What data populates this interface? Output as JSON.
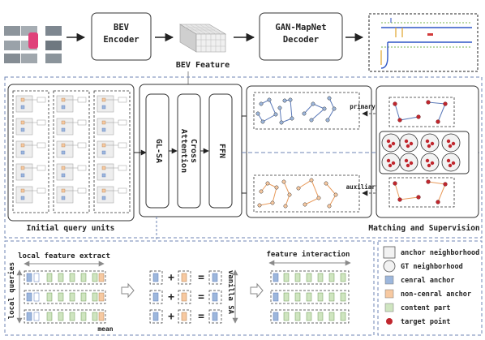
{
  "top_row": {
    "bev_encoder": "BEV\nEncoder",
    "bev_feature": "BEV Feature",
    "decoder": "GAN-MapNet\nDecoder"
  },
  "middle": {
    "initial_query_units": "Initial query units",
    "gl_sa": "GL-SA",
    "cross_attention": "Cross\nAttention",
    "ffn": "FFN",
    "primary": "primary",
    "auxiliary": "auxiliary",
    "matching": "Matching and Supervision"
  },
  "bottom": {
    "local_feature_extract": "local feature extract",
    "local_queries": "local queries",
    "mean": "mean",
    "vanilla_sa": "vanilla SA",
    "feature_interaction": "feature interaction"
  },
  "legend": [
    {
      "label": "anchor neighborhood",
      "swatch": "square-outline",
      "color": "#f2f2f2"
    },
    {
      "label": "GT neighborhood",
      "swatch": "circle-outline",
      "color": "#f2f2f2"
    },
    {
      "label": "cenral anchor",
      "swatch": "square",
      "color": "#9db7dc"
    },
    {
      "label": "non-cenral anchor",
      "swatch": "square",
      "color": "#f7c9a1"
    },
    {
      "label": "content part",
      "swatch": "square",
      "color": "#cfe5c0"
    },
    {
      "label": "target point",
      "swatch": "dot",
      "color": "#c0262d"
    }
  ],
  "colors": {
    "blue": "#9db7dc",
    "orange": "#f7c9a1",
    "green": "#cfe5c0",
    "red": "#c0262d",
    "dashed_frame": "#6f86b5"
  }
}
